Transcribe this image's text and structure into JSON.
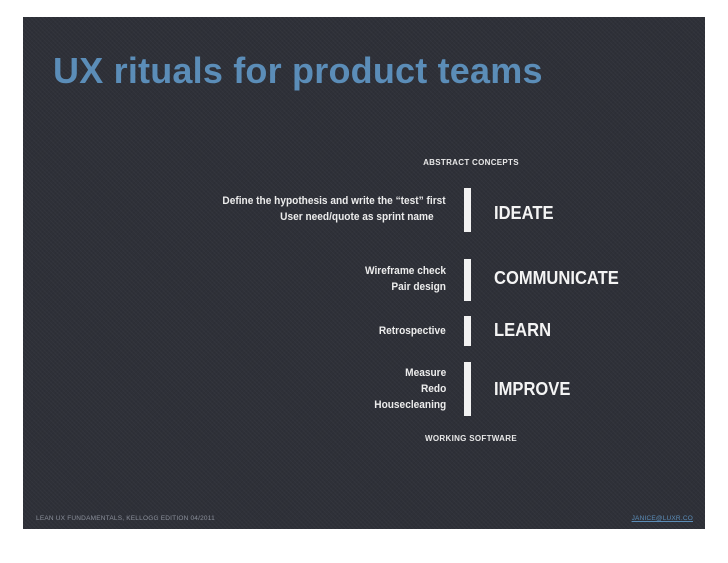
{
  "slide": {
    "title": "UX rituals for product teams",
    "axis_top": "ABSTRACT CONCEPTS",
    "axis_bottom": "WORKING SOFTWARE",
    "phases": [
      {
        "name": "IDEATE",
        "items": [
          "Define the hypothesis and write the “test” first",
          "User need/quote as sprint name"
        ]
      },
      {
        "name": "COMMUNICATE",
        "items": [
          "Wireframe check",
          "Pair design"
        ]
      },
      {
        "name": "LEARN",
        "items": [
          "Retrospective"
        ]
      },
      {
        "name": "IMPROVE",
        "items": [
          "Measure",
          "Redo",
          "Housecleaning"
        ]
      }
    ],
    "footer_left": "LEAN UX FUNDAMENTALS, KELLOGG EDITION  04/2011",
    "footer_right": "JANICE@LUXR.CO"
  },
  "colors": {
    "background": "#2e3038",
    "title": "#5b8db8",
    "text": "#ececec",
    "bar": "#f2f2f2",
    "link": "#5b8db8"
  }
}
